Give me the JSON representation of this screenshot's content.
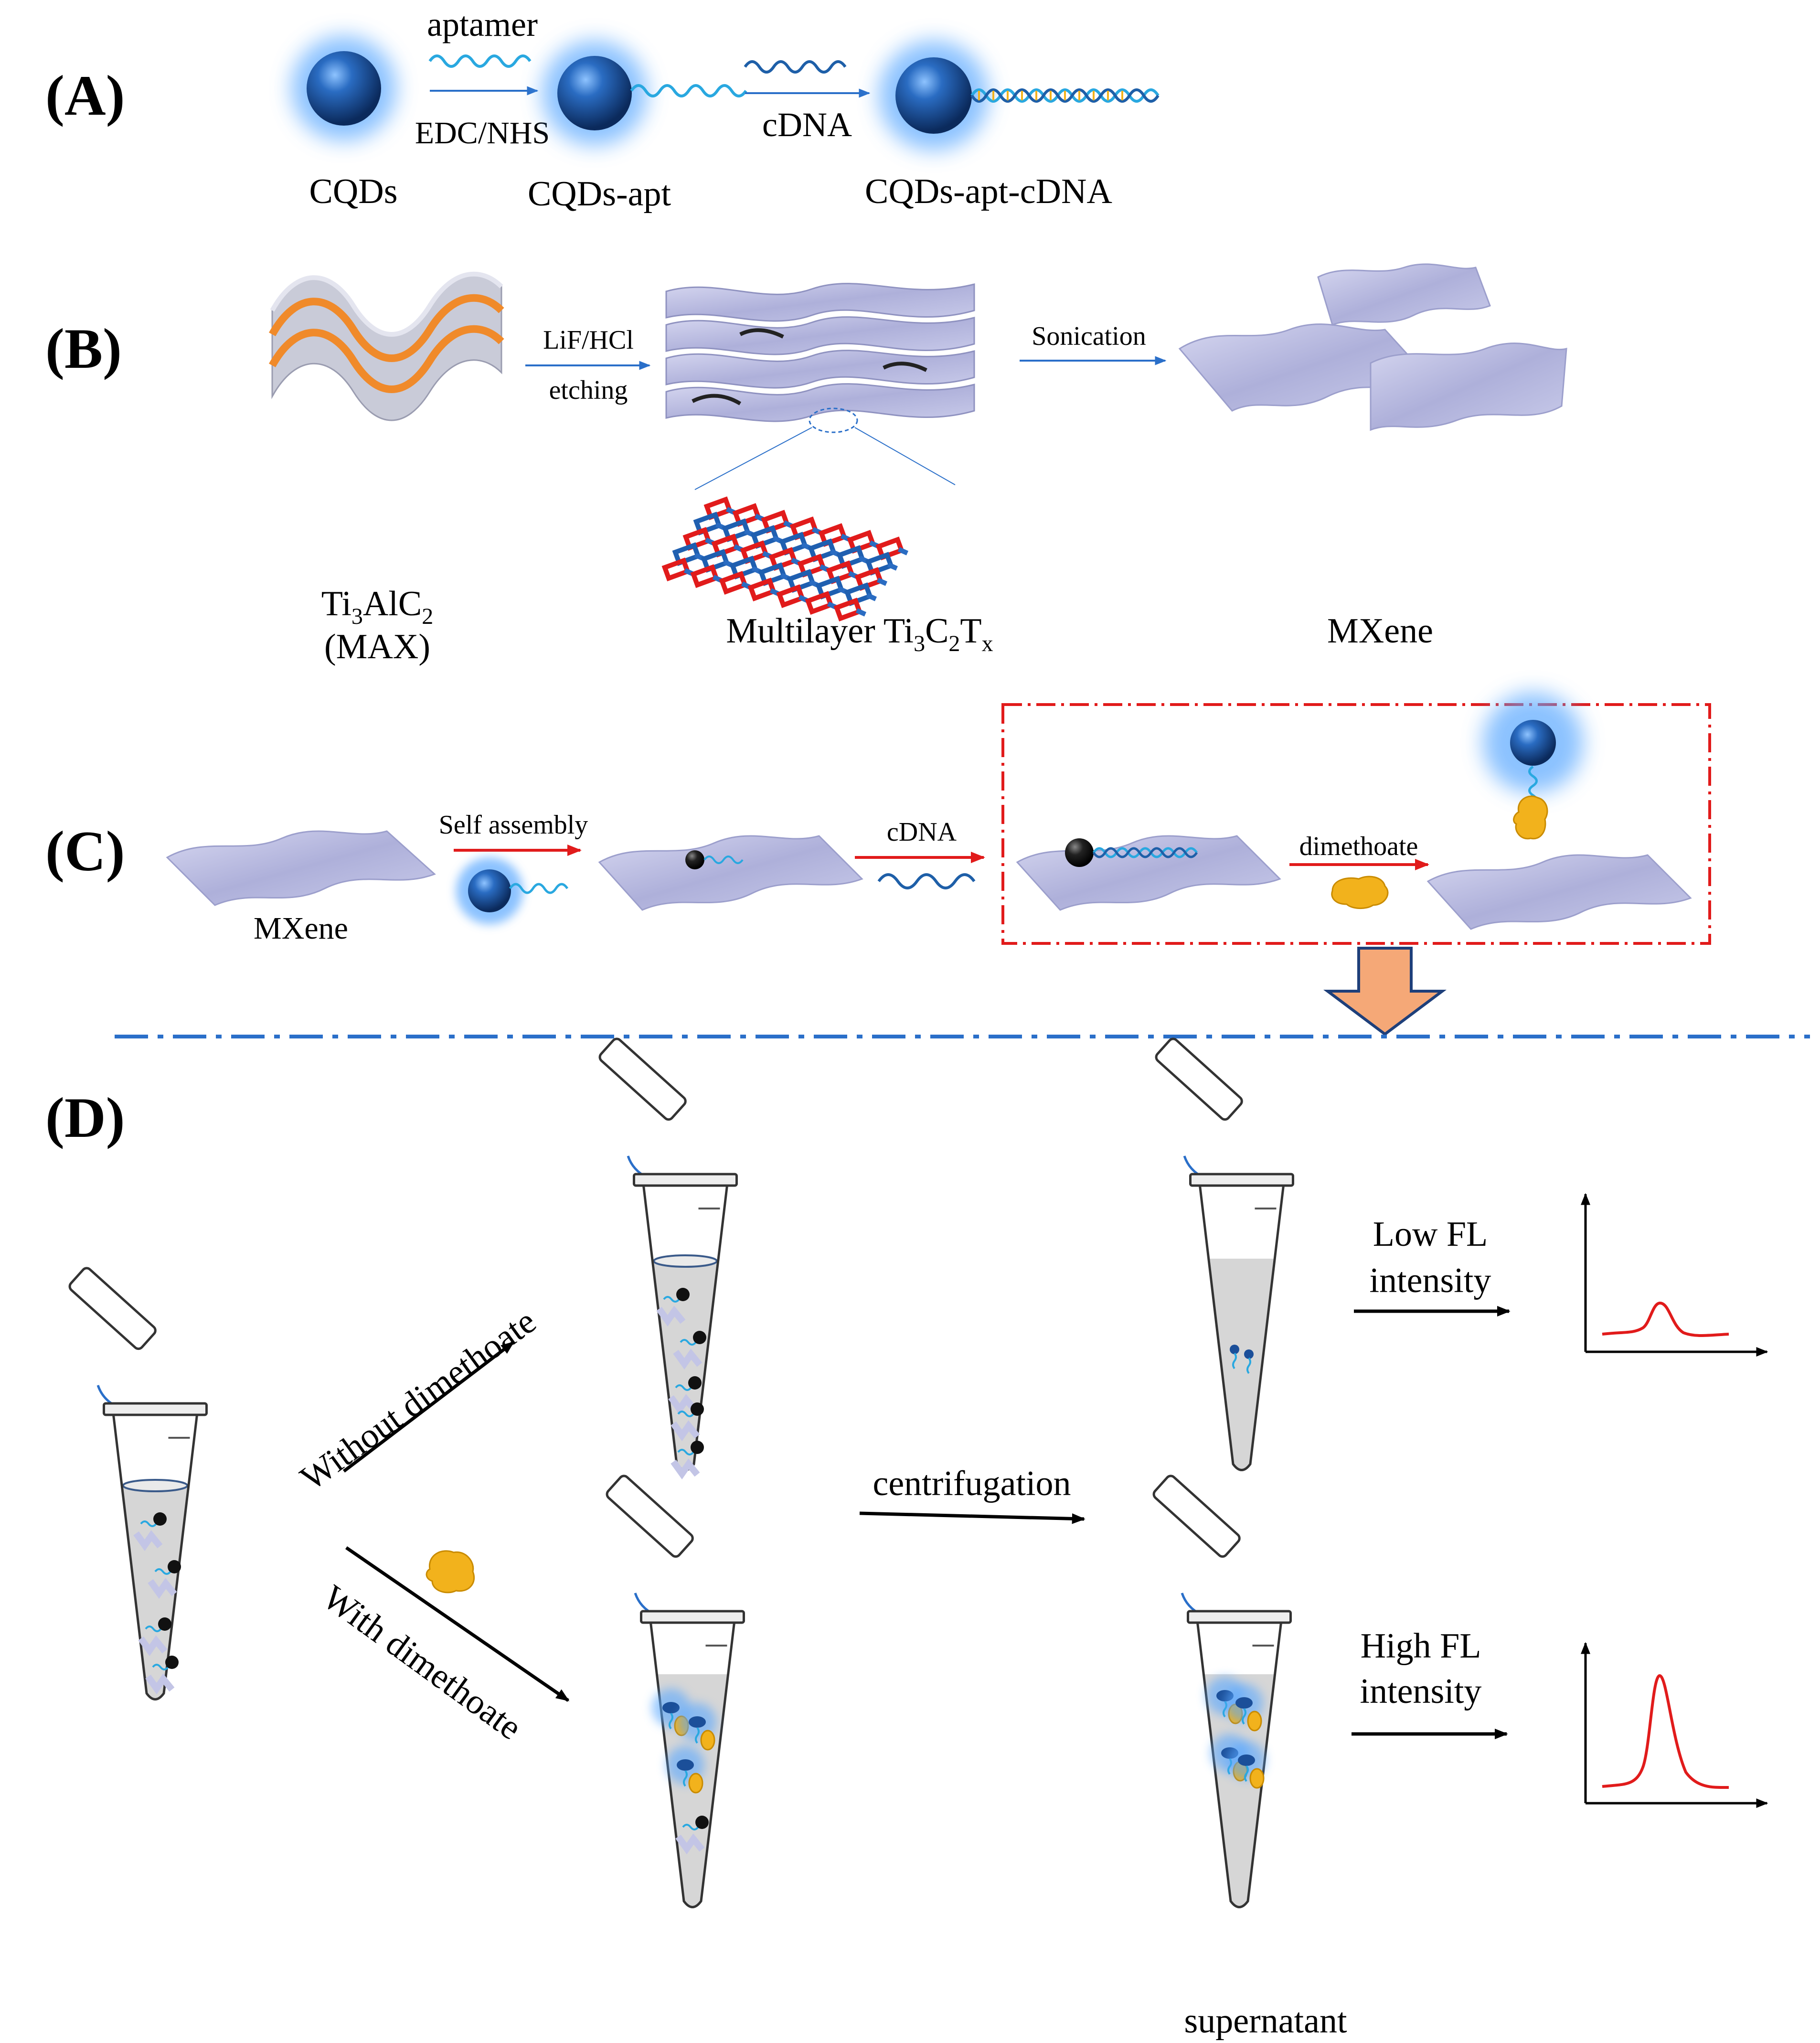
{
  "panels": {
    "a": "(A)",
    "b": "(B)",
    "c": "(C)",
    "d": "(D)"
  },
  "panel_a": {
    "step1_top": "aptamer",
    "step1_bottom": "EDC/NHS",
    "step2_bottom": "cDNA",
    "label1": "CQDs",
    "label2": "CQDs-apt",
    "label3": "CQDs-apt-cDNA"
  },
  "panel_b": {
    "step1_top": "LiF/HCl",
    "step1_bottom": "etching",
    "step2_top": "Sonication",
    "max_formula": {
      "ti": "Ti",
      "s1": "3",
      "alc": "AlC",
      "s2": "2"
    },
    "max_note": "(MAX)",
    "multilayer": {
      "prefix": "Multilayer Ti",
      "s1": "3",
      "c": "C",
      "s2": "2",
      "t": "T",
      "s3": "x"
    },
    "mxene": "MXene"
  },
  "panel_c": {
    "mxene": "MXene",
    "step1": "Self assembly",
    "step2": "cDNA",
    "step3": "dimethoate"
  },
  "panel_d": {
    "without": "Without dimethoate",
    "with": "With dimethoate",
    "centrifugation": "centrifugation",
    "low_1": "Low FL",
    "low_2": "intensity",
    "high_1": "High FL",
    "high_2": "intensity",
    "supernatant": "supernatant"
  },
  "colors": {
    "cqd_blue": "#1f5fb0",
    "glow": "#5aa8ff",
    "dna": "#29a8e0",
    "mxene": "#b9bbe2",
    "max_orange": "#f08a2a",
    "red_arrow": "#e11b1b",
    "dimethoate": "#f2b21c",
    "divider": "#2a6fc9",
    "down_arrow": "#f5a877",
    "curve": "#e11b1b"
  }
}
